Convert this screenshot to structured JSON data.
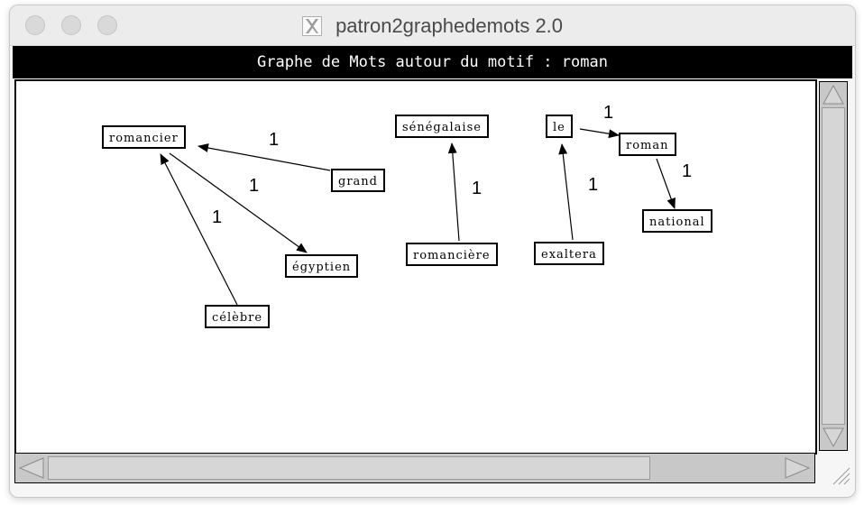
{
  "window": {
    "title": "patron2graphedemots 2.0",
    "app_icon": "x11-icon"
  },
  "header": {
    "text": "Graphe de Mots autour du motif : roman"
  },
  "graph": {
    "nodes": {
      "romancier": "romancier",
      "grand": "grand",
      "egyptien": "égyptien",
      "celebre": "célèbre",
      "senegalaise": "sénégalaise",
      "romanciere": "romancière",
      "le": "le",
      "roman": "roman",
      "exaltera": "exaltera",
      "national": "national"
    },
    "edges": [
      {
        "from": "grand",
        "to": "romancier",
        "weight": "1"
      },
      {
        "from": "romancier",
        "to": "égyptien",
        "weight": "1"
      },
      {
        "from": "célèbre",
        "to": "romancier",
        "weight": "1"
      },
      {
        "from": "romancière",
        "to": "sénégalaise",
        "weight": "1"
      },
      {
        "from": "le",
        "to": "roman",
        "weight": "1"
      },
      {
        "from": "exaltera",
        "to": "le",
        "weight": "1"
      },
      {
        "from": "roman",
        "to": "national",
        "weight": "1"
      }
    ]
  },
  "scrollbars": {
    "vertical": {
      "up_icon": "triangle-up-icon",
      "down_icon": "triangle-down-icon"
    },
    "horizontal": {
      "left_icon": "triangle-left-icon",
      "right_icon": "triangle-right-icon"
    }
  },
  "colors": {
    "header_bg": "#000000",
    "header_fg": "#ffffff",
    "scroll_track": "#c8c8c8"
  }
}
